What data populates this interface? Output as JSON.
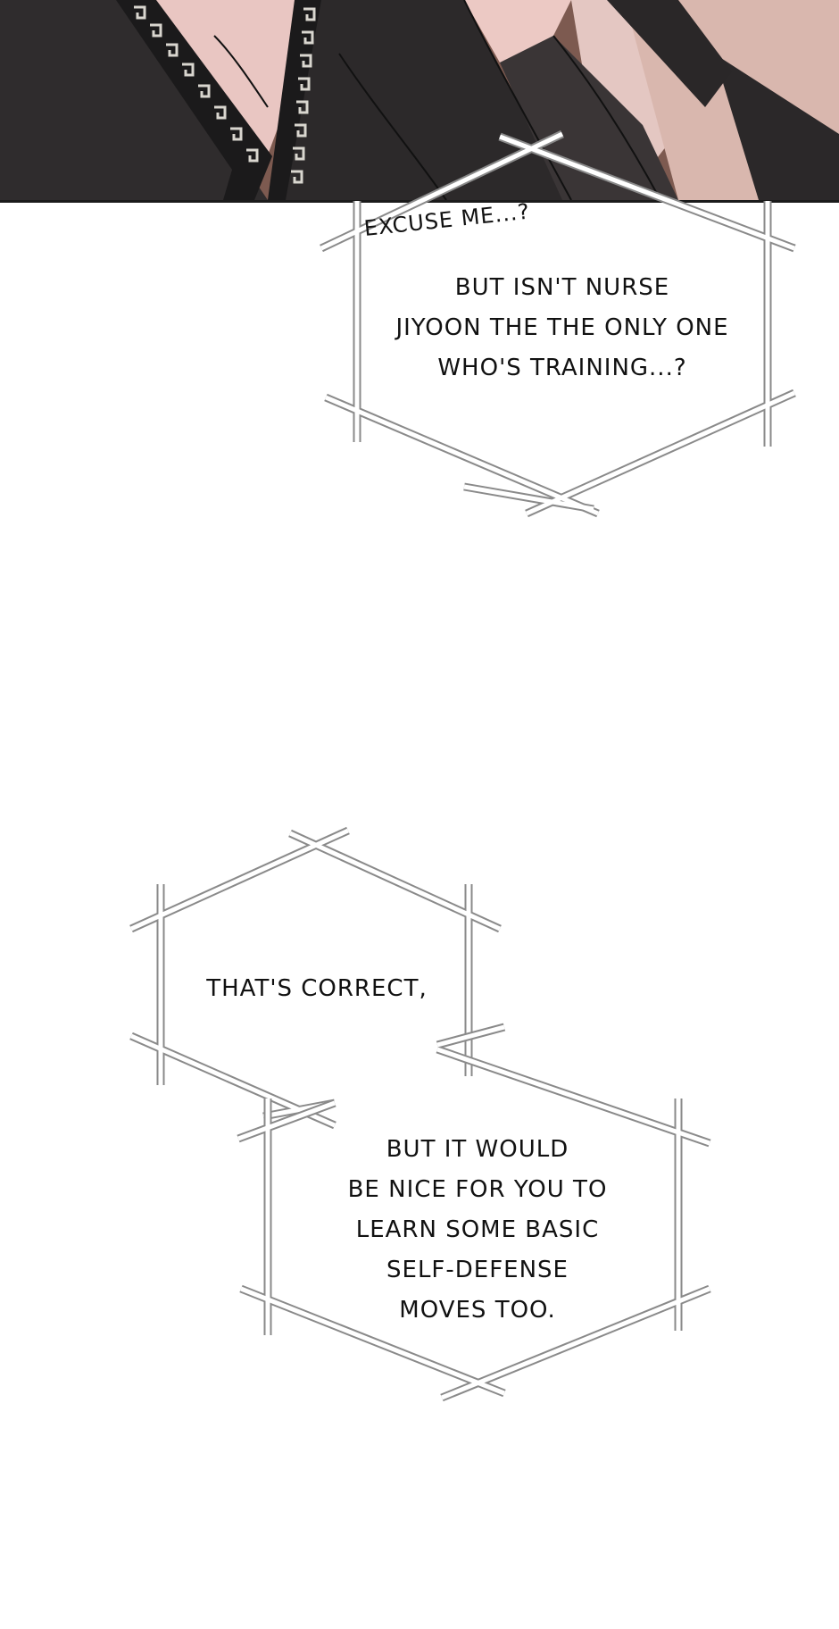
{
  "panel": {
    "description_icon": "robe-with-greek-key-pattern"
  },
  "bubbles": {
    "first": {
      "aside": "EXCUSE ME...?",
      "lines": [
        "BUT ISN'T NURSE",
        "JIYOON THE THE ONLY ONE",
        "WHO'S TRAINING...?"
      ]
    },
    "second": {
      "lines": [
        "THAT'S CORRECT,"
      ]
    },
    "third": {
      "lines": [
        "BUT IT WOULD",
        "BE NICE FOR YOU TO",
        "LEARN SOME BASIC",
        "SELF-DEFENSE",
        "MOVES TOO."
      ]
    }
  },
  "colors": {
    "robe": "#2e2b2c",
    "skin": "#e8c3c0",
    "background_panel": "#8d6b5f",
    "frame": "#8a8a8a"
  }
}
